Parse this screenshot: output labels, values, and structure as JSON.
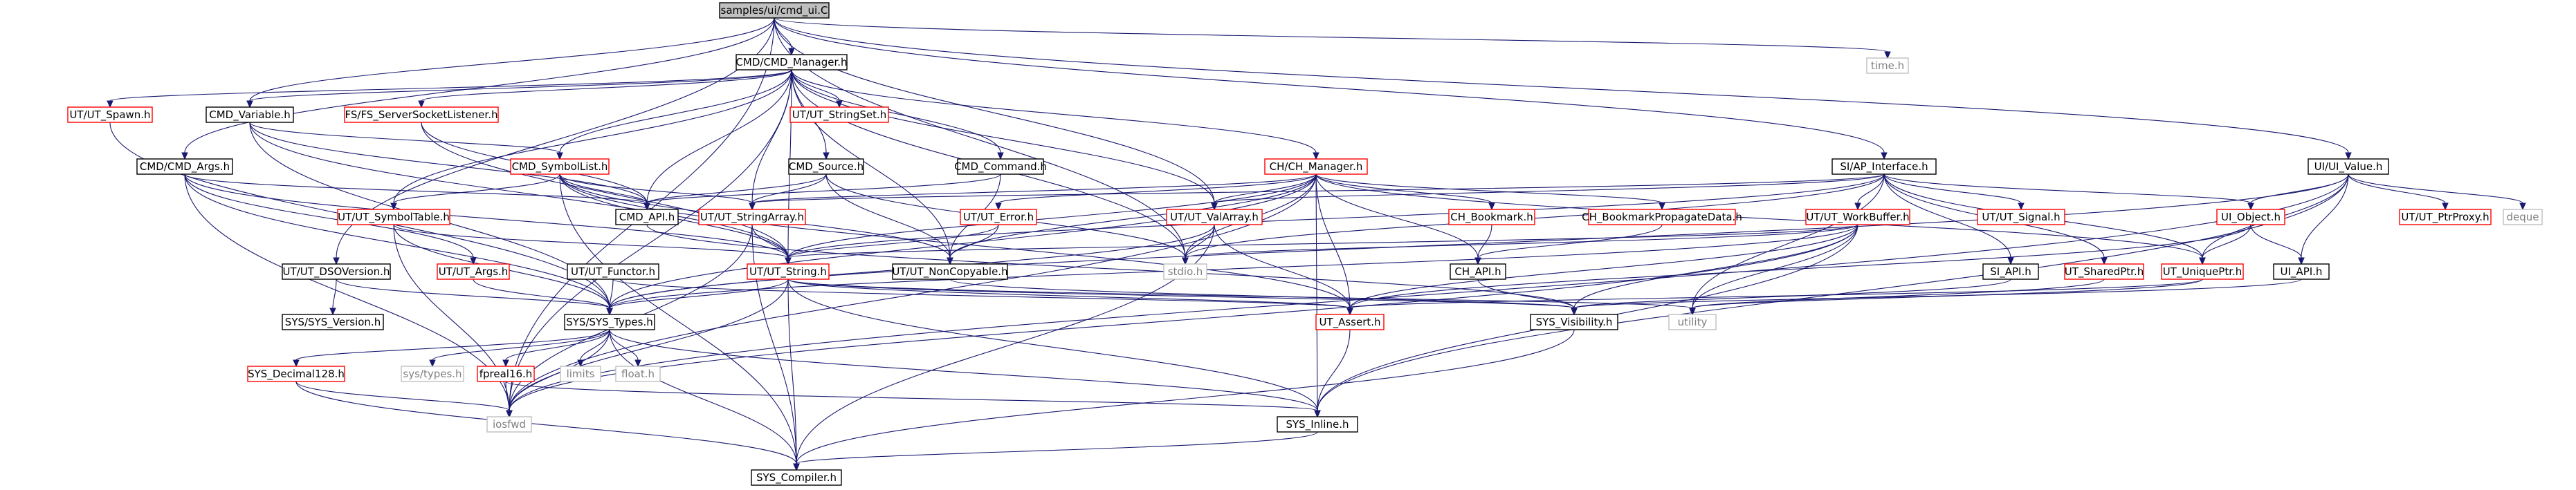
{
  "diagram": {
    "type": "include-dependency-graph",
    "root": "samples/ui/cmd_ui.C",
    "colors": {
      "edge": "#191970",
      "root_fill": "#bfbfbf",
      "node_fill": "#ffffff",
      "node_border": "#000000",
      "truncated_border": "#ff0000",
      "system_border": "#bfbfbf",
      "text": "#000000",
      "system_text": "#808080"
    },
    "nodes": [
      {
        "id": "root",
        "label": "samples/ui/cmd_ui.C",
        "kind": "root"
      },
      {
        "id": "time",
        "label": "time.h",
        "kind": "system"
      },
      {
        "id": "cmdmgr",
        "label": "CMD/CMD_Manager.h",
        "kind": "normal"
      },
      {
        "id": "uivalue",
        "label": "UI/UI_Value.h",
        "kind": "normal"
      },
      {
        "id": "spawn",
        "label": "UT/UT_Spawn.h",
        "kind": "truncated"
      },
      {
        "id": "cmdvar",
        "label": "CMD_Variable.h",
        "kind": "normal"
      },
      {
        "id": "fsss",
        "label": "FS/FS_ServerSocketListener.h",
        "kind": "truncated"
      },
      {
        "id": "strset",
        "label": "UT/UT_StringSet.h",
        "kind": "truncated"
      },
      {
        "id": "cmdargs",
        "label": "CMD/CMD_Args.h",
        "kind": "normal"
      },
      {
        "id": "symlist",
        "label": "CMD_SymbolList.h",
        "kind": "truncated"
      },
      {
        "id": "cmdsrc",
        "label": "CMD_Source.h",
        "kind": "normal"
      },
      {
        "id": "cmdcmd",
        "label": "CMD_Command.h",
        "kind": "normal"
      },
      {
        "id": "chmgr",
        "label": "CH/CH_Manager.h",
        "kind": "truncated"
      },
      {
        "id": "siap",
        "label": "SI/AP_Interface.h",
        "kind": "normal"
      },
      {
        "id": "symtab",
        "label": "UT/UT_SymbolTable.h",
        "kind": "truncated"
      },
      {
        "id": "cmdapi",
        "label": "CMD_API.h",
        "kind": "normal"
      },
      {
        "id": "strarr",
        "label": "UT/UT_StringArray.h",
        "kind": "truncated"
      },
      {
        "id": "uterr",
        "label": "UT/UT_Error.h",
        "kind": "truncated"
      },
      {
        "id": "valarr",
        "label": "UT/UT_ValArray.h",
        "kind": "truncated"
      },
      {
        "id": "chbm",
        "label": "CH_Bookmark.h",
        "kind": "truncated"
      },
      {
        "id": "chbmp",
        "label": "CH_BookmarkPropagateData.h",
        "kind": "truncated"
      },
      {
        "id": "wbuf",
        "label": "UT/UT_WorkBuffer.h",
        "kind": "truncated"
      },
      {
        "id": "utsig",
        "label": "UT/UT_Signal.h",
        "kind": "truncated"
      },
      {
        "id": "uiobj",
        "label": "UI_Object.h",
        "kind": "truncated"
      },
      {
        "id": "ptrproxy",
        "label": "UT/UT_PtrProxy.h",
        "kind": "truncated"
      },
      {
        "id": "deque",
        "label": "deque",
        "kind": "system"
      },
      {
        "id": "dso",
        "label": "UT/UT_DSOVersion.h",
        "kind": "normal"
      },
      {
        "id": "utargs",
        "label": "UT/UT_Args.h",
        "kind": "truncated"
      },
      {
        "id": "functor",
        "label": "UT/UT_Functor.h",
        "kind": "normal"
      },
      {
        "id": "utstring",
        "label": "UT/UT_String.h",
        "kind": "truncated"
      },
      {
        "id": "noncopy",
        "label": "UT/UT_NonCopyable.h",
        "kind": "normal"
      },
      {
        "id": "stdio",
        "label": "stdio.h",
        "kind": "system"
      },
      {
        "id": "chapi",
        "label": "CH_API.h",
        "kind": "normal"
      },
      {
        "id": "siapi",
        "label": "SI_API.h",
        "kind": "normal"
      },
      {
        "id": "sharedptr",
        "label": "UT_SharedPtr.h",
        "kind": "truncated"
      },
      {
        "id": "uniqueptr",
        "label": "UT_UniquePtr.h",
        "kind": "truncated"
      },
      {
        "id": "uiapi",
        "label": "UI_API.h",
        "kind": "normal"
      },
      {
        "id": "sysver",
        "label": "SYS/SYS_Version.h",
        "kind": "normal"
      },
      {
        "id": "systypes",
        "label": "SYS/SYS_Types.h",
        "kind": "normal"
      },
      {
        "id": "utassert",
        "label": "UT_Assert.h",
        "kind": "truncated"
      },
      {
        "id": "sysvis",
        "label": "SYS_Visibility.h",
        "kind": "normal"
      },
      {
        "id": "utility",
        "label": "utility",
        "kind": "system"
      },
      {
        "id": "dec128",
        "label": "SYS_Decimal128.h",
        "kind": "truncated"
      },
      {
        "id": "systypesh",
        "label": "sys/types.h",
        "kind": "system"
      },
      {
        "id": "fpreal16",
        "label": "fpreal16.h",
        "kind": "truncated"
      },
      {
        "id": "limits",
        "label": "limits",
        "kind": "system"
      },
      {
        "id": "float",
        "label": "float.h",
        "kind": "system"
      },
      {
        "id": "iosfwd",
        "label": "iosfwd",
        "kind": "system"
      },
      {
        "id": "sysinline",
        "label": "SYS_Inline.h",
        "kind": "normal"
      },
      {
        "id": "syscomp",
        "label": "SYS_Compiler.h",
        "kind": "normal"
      }
    ],
    "edges": [
      [
        "root",
        "cmdmgr"
      ],
      [
        "root",
        "time"
      ],
      [
        "root",
        "uivalue"
      ],
      [
        "root",
        "siap"
      ],
      [
        "root",
        "cmdvar"
      ],
      [
        "root",
        "cmdargs"
      ],
      [
        "root",
        "dso"
      ],
      [
        "root",
        "stdio"
      ],
      [
        "root",
        "iosfwd"
      ],
      [
        "root",
        "valarr"
      ],
      [
        "cmdmgr",
        "spawn"
      ],
      [
        "cmdmgr",
        "cmdvar"
      ],
      [
        "cmdmgr",
        "fsss"
      ],
      [
        "cmdmgr",
        "strset"
      ],
      [
        "cmdmgr",
        "symlist"
      ],
      [
        "cmdmgr",
        "cmdsrc"
      ],
      [
        "cmdmgr",
        "cmdcmd"
      ],
      [
        "cmdmgr",
        "chmgr"
      ],
      [
        "cmdmgr",
        "cmdapi"
      ],
      [
        "cmdmgr",
        "strarr"
      ],
      [
        "cmdmgr",
        "valarr"
      ],
      [
        "cmdmgr",
        "symtab"
      ],
      [
        "cmdmgr",
        "noncopy"
      ],
      [
        "cmdmgr",
        "utstring"
      ],
      [
        "cmdmgr",
        "stdio"
      ],
      [
        "cmdmgr",
        "iosfwd"
      ],
      [
        "spawn",
        "systypes"
      ],
      [
        "cmdvar",
        "cmdapi"
      ],
      [
        "cmdvar",
        "utstring"
      ],
      [
        "cmdvar",
        "symlist"
      ],
      [
        "cmdvar",
        "systypes"
      ],
      [
        "fsss",
        "utstring"
      ],
      [
        "fsss",
        "cmdapi"
      ],
      [
        "cmdargs",
        "cmdapi"
      ],
      [
        "cmdargs",
        "utstring"
      ],
      [
        "cmdargs",
        "utargs"
      ],
      [
        "cmdargs",
        "iosfwd"
      ],
      [
        "cmdargs",
        "systypes"
      ],
      [
        "symlist",
        "symtab"
      ],
      [
        "symlist",
        "cmdapi"
      ],
      [
        "symlist",
        "strarr"
      ],
      [
        "symlist",
        "utstring"
      ],
      [
        "symlist",
        "noncopy"
      ],
      [
        "symlist",
        "syscomp"
      ],
      [
        "symlist",
        "utassert"
      ],
      [
        "cmdsrc",
        "cmdapi"
      ],
      [
        "cmdsrc",
        "strarr"
      ],
      [
        "cmdsrc",
        "noncopy"
      ],
      [
        "cmdsrc",
        "stdio"
      ],
      [
        "cmdcmd",
        "cmdapi"
      ],
      [
        "cmdcmd",
        "noncopy"
      ],
      [
        "chmgr",
        "uterr"
      ],
      [
        "chmgr",
        "valarr"
      ],
      [
        "chmgr",
        "chbm"
      ],
      [
        "chmgr",
        "chbmp"
      ],
      [
        "chmgr",
        "chapi"
      ],
      [
        "chmgr",
        "strarr"
      ],
      [
        "chmgr",
        "utstring"
      ],
      [
        "chmgr",
        "noncopy"
      ],
      [
        "chmgr",
        "utassert"
      ],
      [
        "chmgr",
        "sysinline"
      ],
      [
        "chmgr",
        "iosfwd"
      ],
      [
        "chmgr",
        "systypes"
      ],
      [
        "chmgr",
        "uniqueptr"
      ],
      [
        "chmgr",
        "stdio"
      ],
      [
        "siap",
        "wbuf"
      ],
      [
        "siap",
        "utsig"
      ],
      [
        "siap",
        "uiobj"
      ],
      [
        "siap",
        "siapi"
      ],
      [
        "siap",
        "sharedptr"
      ],
      [
        "siap",
        "valarr"
      ],
      [
        "siap",
        "strarr"
      ],
      [
        "siap",
        "stdio"
      ],
      [
        "siap",
        "utility"
      ],
      [
        "siap",
        "uniqueptr"
      ],
      [
        "siap",
        "utstring"
      ],
      [
        "symtab",
        "utstring"
      ],
      [
        "symtab",
        "systypes"
      ],
      [
        "symtab",
        "iosfwd"
      ],
      [
        "strarr",
        "utstring"
      ],
      [
        "strarr",
        "iosfwd"
      ],
      [
        "strarr",
        "syscomp"
      ],
      [
        "uterr",
        "utstring"
      ],
      [
        "uterr",
        "noncopy"
      ],
      [
        "valarr",
        "stdio"
      ],
      [
        "valarr",
        "utassert"
      ],
      [
        "valarr",
        "syscomp"
      ],
      [
        "valarr",
        "systypes"
      ],
      [
        "chbm",
        "chapi"
      ],
      [
        "chbmp",
        "chapi"
      ],
      [
        "wbuf",
        "utstring"
      ],
      [
        "wbuf",
        "stdio"
      ],
      [
        "wbuf",
        "utassert"
      ],
      [
        "wbuf",
        "sysinline"
      ],
      [
        "wbuf",
        "systypes"
      ],
      [
        "wbuf",
        "iosfwd"
      ],
      [
        "wbuf",
        "utility"
      ],
      [
        "wbuf",
        "sysvis"
      ],
      [
        "uivalue",
        "uiobj"
      ],
      [
        "uivalue",
        "ptrproxy"
      ],
      [
        "uivalue",
        "deque"
      ],
      [
        "uivalue",
        "uiapi"
      ],
      [
        "uivalue",
        "uniqueptr"
      ],
      [
        "uivalue",
        "iosfwd"
      ],
      [
        "uivalue",
        "sysinline"
      ],
      [
        "uivalue",
        "systypes"
      ],
      [
        "uiobj",
        "uiapi"
      ],
      [
        "uiobj",
        "uniqueptr"
      ],
      [
        "uiobj",
        "utassert"
      ],
      [
        "uniqueptr",
        "utility"
      ],
      [
        "uniqueptr",
        "utassert"
      ],
      [
        "sharedptr",
        "utility"
      ],
      [
        "uiapi",
        "sysvis"
      ],
      [
        "siapi",
        "sysvis"
      ],
      [
        "chapi",
        "sysvis"
      ],
      [
        "cmdapi",
        "sysvis"
      ],
      [
        "dso",
        "sysver"
      ],
      [
        "dso",
        "systypes"
      ],
      [
        "utargs",
        "systypes"
      ],
      [
        "functor",
        "systypes"
      ],
      [
        "functor",
        "utassert"
      ],
      [
        "utstring",
        "systypes"
      ],
      [
        "utstring",
        "utassert"
      ],
      [
        "utstring",
        "syscomp"
      ],
      [
        "utstring",
        "sysinline"
      ],
      [
        "utstring",
        "iosfwd"
      ],
      [
        "utstring",
        "sysvis"
      ],
      [
        "utstring",
        "utility"
      ],
      [
        "noncopy",
        "sysvis"
      ],
      [
        "systypes",
        "dec128"
      ],
      [
        "systypes",
        "systypesh"
      ],
      [
        "systypes",
        "fpreal16"
      ],
      [
        "systypes",
        "limits"
      ],
      [
        "systypes",
        "float"
      ],
      [
        "systypes",
        "iosfwd"
      ],
      [
        "systypes",
        "sysinline"
      ],
      [
        "systypes",
        "syscomp"
      ],
      [
        "utassert",
        "sysinline"
      ],
      [
        "sysvis",
        "syscomp"
      ],
      [
        "dec128",
        "iosfwd"
      ],
      [
        "dec128",
        "syscomp"
      ],
      [
        "fpreal16",
        "iosfwd"
      ],
      [
        "fpreal16",
        "sysinline"
      ],
      [
        "sysinline",
        "syscomp"
      ]
    ]
  }
}
